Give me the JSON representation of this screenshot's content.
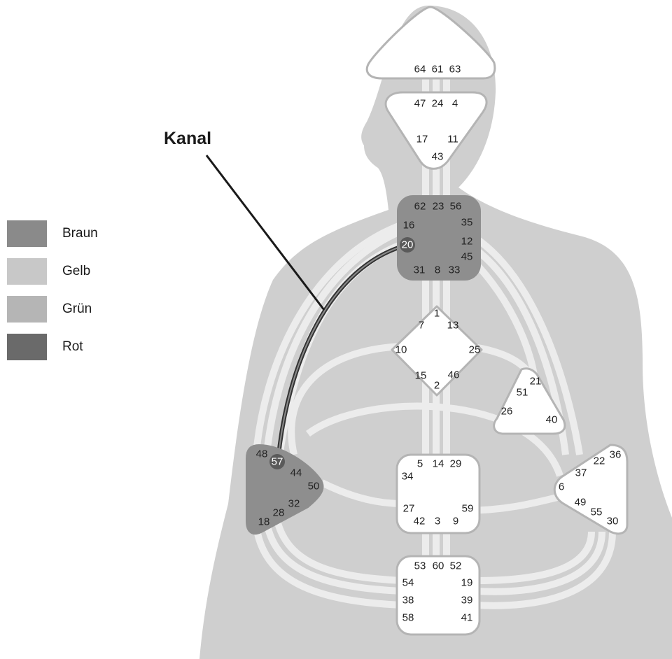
{
  "callout": {
    "label": "Kanal"
  },
  "legend": [
    {
      "label": "Braun",
      "color": "#8a8a8a"
    },
    {
      "label": "Gelb",
      "color": "#c8c8c8"
    },
    {
      "label": "Grün",
      "color": "#b5b5b5"
    },
    {
      "label": "Rot",
      "color": "#6a6a6a"
    }
  ],
  "centers": {
    "head": {
      "gates": [
        "64",
        "61",
        "63"
      ],
      "defined": false
    },
    "ajna": {
      "gates": [
        "47",
        "24",
        "4",
        "17",
        "11",
        "43"
      ],
      "defined": false
    },
    "throat": {
      "gates": [
        "62",
        "23",
        "56",
        "16",
        "35",
        "20",
        "12",
        "45",
        "31",
        "8",
        "33"
      ],
      "defined": true
    },
    "g": {
      "gates": [
        "1",
        "7",
        "13",
        "10",
        "25",
        "15",
        "2",
        "46"
      ],
      "defined": false
    },
    "heart": {
      "gates": [
        "21",
        "51",
        "26",
        "40"
      ],
      "defined": false
    },
    "spleen": {
      "gates": [
        "48",
        "57",
        "44",
        "50",
        "32",
        "28",
        "18"
      ],
      "defined": true
    },
    "sacral": {
      "gates": [
        "5",
        "14",
        "29",
        "34",
        "27",
        "59",
        "42",
        "3",
        "9"
      ],
      "defined": false
    },
    "solar_plexus": {
      "gates": [
        "36",
        "22",
        "37",
        "6",
        "49",
        "55",
        "30"
      ],
      "defined": false
    },
    "root": {
      "gates": [
        "53",
        "60",
        "52",
        "54",
        "19",
        "38",
        "39",
        "58",
        "41"
      ],
      "defined": false
    }
  },
  "highlighted_channel": {
    "gates": [
      "20",
      "57"
    ]
  },
  "colors": {
    "body": "#cfcfcf",
    "channel": "#ececec",
    "center_fill": "#ffffff",
    "center_border": "#b4b4b4",
    "defined_center": "#8e8e8e",
    "activated_gate": "#5a5a5a",
    "highlight_line": "#333333"
  }
}
